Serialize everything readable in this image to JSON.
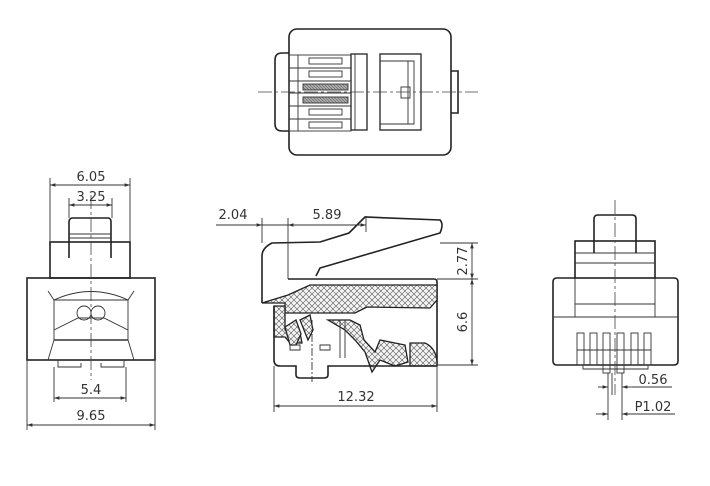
{
  "title": "Modular plug (RJ) dimensional drawing",
  "front_view": {
    "width_upper": "6.05",
    "latch_width": "3.25",
    "inner_width": "5.4",
    "overall_width": "9.65"
  },
  "side_view": {
    "latch_offset": "2.04",
    "latch_length": "5.89",
    "latch_height": "2.77",
    "body_height": "6.6",
    "overall_length": "12.32"
  },
  "contact_view": {
    "contact_width": "0.56",
    "pitch": "P1.02"
  },
  "colors": {
    "line": "#222222",
    "background": "#ffffff"
  }
}
